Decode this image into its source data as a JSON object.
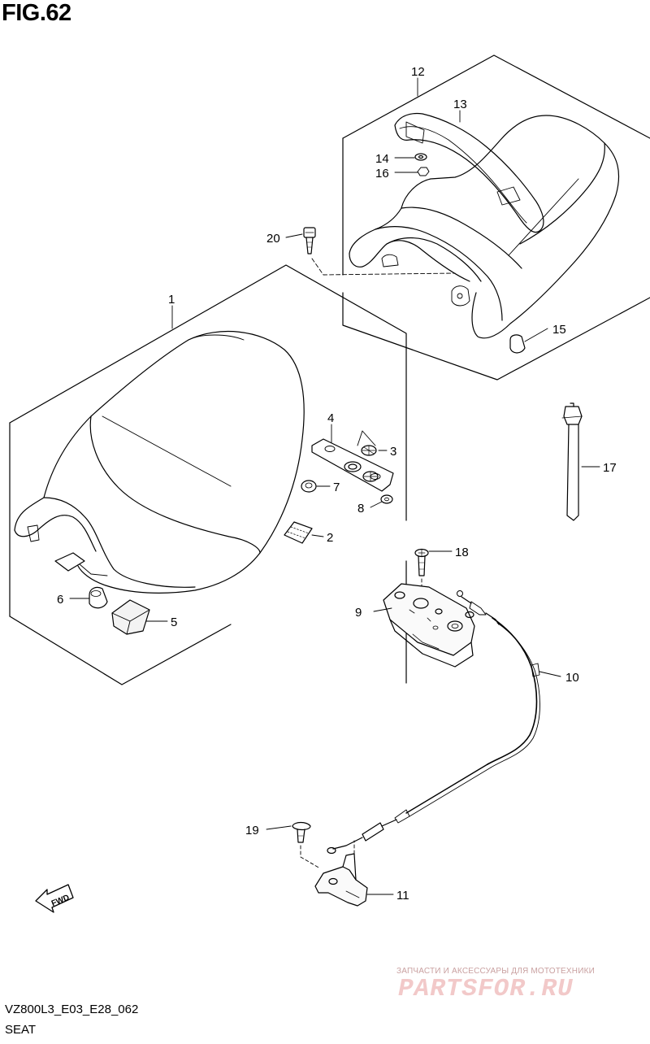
{
  "figure": {
    "title": "FIG.62",
    "code": "VZ800L3_E03_E28_062",
    "caption": "SEAT"
  },
  "watermark": {
    "top": "ЗАПЧАСТИ И АКСЕССУАРЫ ДЛЯ МОТОТЕХНИКИ",
    "main": "PARTSFOR.RU"
  },
  "fwd_arrow": {
    "label": "FWD"
  },
  "callouts": {
    "c1": "1",
    "c2": "2",
    "c3": "3",
    "c4": "4",
    "c5": "5",
    "c6": "6",
    "c7": "7",
    "c8": "8",
    "c9": "9",
    "c10": "10",
    "c11": "11",
    "c12": "12",
    "c13": "13",
    "c14": "14",
    "c15": "15",
    "c16": "16",
    "c17": "17",
    "c18": "18",
    "c19": "19",
    "c20": "20"
  },
  "colors": {
    "line": "#000000",
    "background": "#ffffff",
    "watermark": "#e8b4b4"
  }
}
